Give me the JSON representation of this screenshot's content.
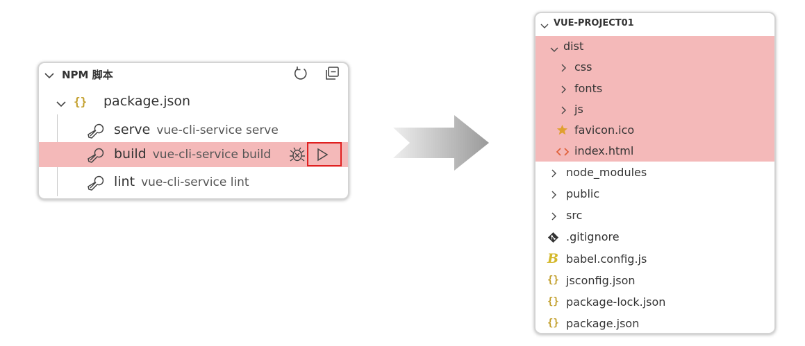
{
  "npm_panel": {
    "title": "NPM 脚本",
    "header_icons": [
      "refresh-icon",
      "collapse-all-icon"
    ],
    "file": {
      "icon_text": "{}",
      "name": "package.json"
    },
    "scripts": [
      {
        "name": "serve",
        "command": "vue-cli-service serve",
        "highlighted": false
      },
      {
        "name": "build",
        "command": "vue-cli-service build",
        "highlighted": true
      },
      {
        "name": "lint",
        "command": "vue-cli-service lint",
        "highlighted": false
      }
    ],
    "hover_actions": [
      "debug-icon",
      "run-icon"
    ]
  },
  "explorer": {
    "title": "VUE-PROJECT01",
    "items": [
      {
        "label": "dist",
        "type": "folder",
        "expanded": true,
        "depth": 0,
        "highlighted": true
      },
      {
        "label": "css",
        "type": "folder",
        "expanded": false,
        "depth": 1,
        "highlighted": true
      },
      {
        "label": "fonts",
        "type": "folder",
        "expanded": false,
        "depth": 1,
        "highlighted": true
      },
      {
        "label": "js",
        "type": "folder",
        "expanded": false,
        "depth": 1,
        "highlighted": true
      },
      {
        "label": "favicon.ico",
        "type": "file",
        "icon": "star-icon",
        "depth": 1,
        "highlighted": true
      },
      {
        "label": "index.html",
        "type": "file",
        "icon": "html-icon",
        "depth": 1,
        "highlighted": true
      },
      {
        "label": "node_modules",
        "type": "folder",
        "expanded": false,
        "depth": 0
      },
      {
        "label": "public",
        "type": "folder",
        "expanded": false,
        "depth": 0
      },
      {
        "label": "src",
        "type": "folder",
        "expanded": false,
        "depth": 0
      },
      {
        "label": ".gitignore",
        "type": "file",
        "icon": "git-icon",
        "depth": 0
      },
      {
        "label": "babel.config.js",
        "type": "file",
        "icon": "babel-icon",
        "depth": 0
      },
      {
        "label": "jsconfig.json",
        "type": "file",
        "icon": "json-icon",
        "depth": 0
      },
      {
        "label": "package-lock.json",
        "type": "file",
        "icon": "json-icon",
        "depth": 0
      },
      {
        "label": "package.json",
        "type": "file",
        "icon": "json-icon",
        "depth": 0
      }
    ],
    "json_icon_text": "{}"
  },
  "colors": {
    "highlight": "#f4b9b9",
    "run_border": "#e02020",
    "json_icon": "#c3a02e",
    "star_icon": "#e0a030",
    "html_icon": "#e0603a",
    "arrow_light": "#e8e8e8",
    "arrow_dark": "#9c9c9c"
  }
}
